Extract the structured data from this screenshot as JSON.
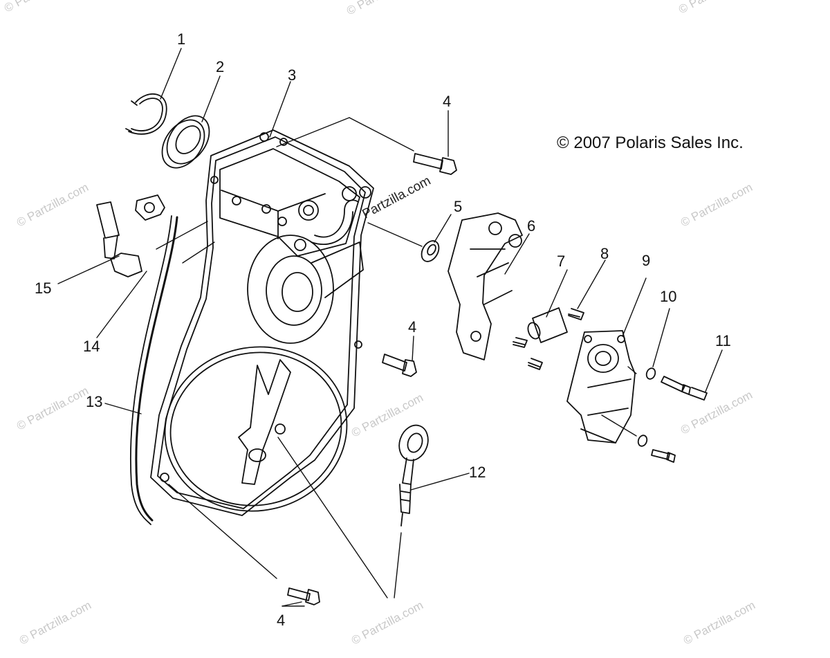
{
  "copyright": "© 2007 Polaris Sales Inc.",
  "watermark": "© Partzilla.com",
  "watermark_inline": "Partzilla.com",
  "callouts": [
    "1",
    "2",
    "3",
    "4",
    "5",
    "6",
    "7",
    "8",
    "9",
    "10",
    "11",
    "4",
    "12",
    "13",
    "14",
    "15",
    "4"
  ],
  "colors": {
    "line": "#111111",
    "watermark": "#c8c8c8",
    "background": "#ffffff"
  }
}
